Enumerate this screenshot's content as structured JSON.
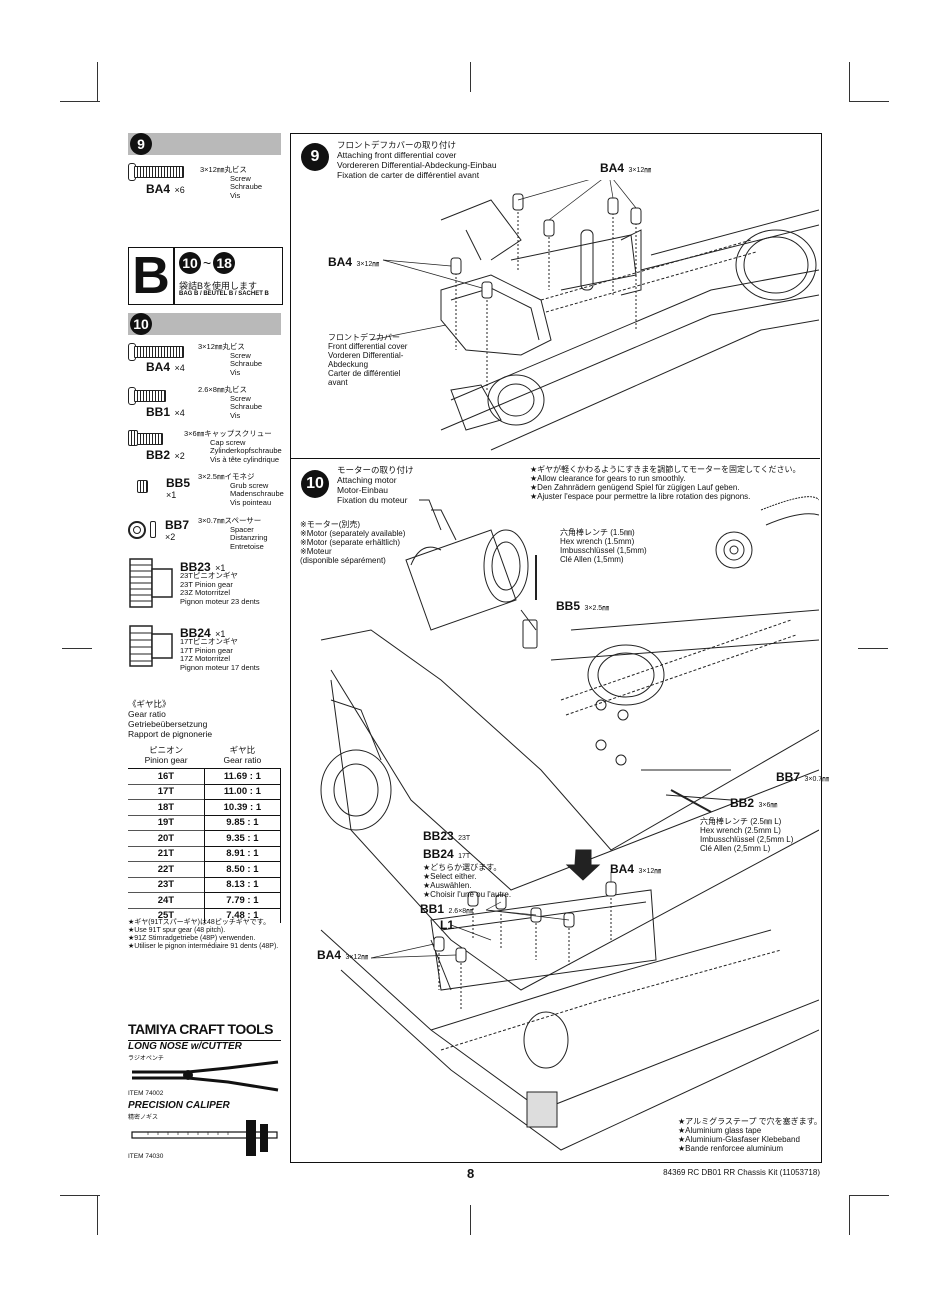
{
  "step9_sidebar": {
    "number": "9",
    "parts": [
      {
        "id": "BA4",
        "qty": "×6",
        "jp": "3×12㎜丸ビス",
        "en": "Screw",
        "de": "Schraube",
        "fr": "Vis"
      }
    ]
  },
  "bag": {
    "letter": "B",
    "range_start": "10",
    "range_sep": "~",
    "range_end": "18",
    "jp": "袋詰Bを使用します",
    "multi": "BAG B / BEUTEL B / SACHET B"
  },
  "step10_sidebar": {
    "number": "10",
    "parts": [
      {
        "id": "BA4",
        "qty": "×4",
        "jp": "3×12㎜丸ビス",
        "en": "Screw",
        "de": "Schraube",
        "fr": "Vis"
      },
      {
        "id": "BB1",
        "qty": "×4",
        "jp": "2.6×8㎜丸ビス",
        "en": "Screw",
        "de": "Schraube",
        "fr": "Vis"
      },
      {
        "id": "BB2",
        "qty": "×2",
        "jp": "3×6㎜キャップスクリュー",
        "en": "Cap screw",
        "de": "Zylinderkopfschraube",
        "fr": "Vis à tête cylindrique"
      },
      {
        "id": "BB5",
        "qty": "×1",
        "jp": "3×2.5㎜イモネジ",
        "en": "Grub screw",
        "de": "Madenschraube",
        "fr": "Vis pointeau"
      },
      {
        "id": "BB7",
        "qty": "×2",
        "jp": "3×0.7㎜スペーサー",
        "en": "Spacer",
        "de": "Distanzring",
        "fr": "Entretoise"
      },
      {
        "id": "BB23",
        "qty": "×1",
        "jp": "23Tピニオンギヤ",
        "en": "23T Pinion gear",
        "de": "23Z Motorritzel",
        "fr": "Pignon moteur 23 dents"
      },
      {
        "id": "BB24",
        "qty": "×1",
        "jp": "17Tピニオンギヤ",
        "en": "17T Pinion gear",
        "de": "17Z Motorritzel",
        "fr": "Pignon moteur 17 dents"
      }
    ]
  },
  "gear_ratio": {
    "title_jp": "《ギヤ比》",
    "title_en": "Gear ratio",
    "title_de": "Getriebeübersetzung",
    "title_fr": "Rapport de pignonerie",
    "col1_jp": "ピニオン",
    "col1_en": "Pinion gear",
    "col2_jp": "ギヤ比",
    "col2_en": "Gear ratio",
    "rows": [
      {
        "pinion": "16T",
        "ratio": "11.69 : 1"
      },
      {
        "pinion": "17T",
        "ratio": "11.00 : 1"
      },
      {
        "pinion": "18T",
        "ratio": "10.39 : 1"
      },
      {
        "pinion": "19T",
        "ratio": "9.85 : 1"
      },
      {
        "pinion": "20T",
        "ratio": "9.35 : 1"
      },
      {
        "pinion": "21T",
        "ratio": "8.91 : 1"
      },
      {
        "pinion": "22T",
        "ratio": "8.50 : 1"
      },
      {
        "pinion": "23T",
        "ratio": "8.13 : 1"
      },
      {
        "pinion": "24T",
        "ratio": "7.79 : 1"
      },
      {
        "pinion": "25T",
        "ratio": "7.48 : 1"
      }
    ],
    "notes": [
      "★ギヤ(91Tスパーギヤ)は48ピッチギヤです。",
      "★Use 91T spur gear (48 pitch).",
      "★91Z Stirnradgetriebe (48P) verwenden.",
      "★Utiliser le pignon intermédiaire 91 dents (48P)."
    ]
  },
  "tools": {
    "brand": "TAMIYA CRAFT TOOLS",
    "items": [
      {
        "name": "LONG NOSE w/CUTTER",
        "jp": "ラジオペンチ",
        "item": "ITEM 74002"
      },
      {
        "name": "PRECISION CALIPER",
        "jp": "精密ノギス",
        "item": "ITEM 74030"
      }
    ]
  },
  "step9_main": {
    "number": "9",
    "title_jp": "フロントデフカバーの取り付け",
    "title_en": "Attaching front differential cover",
    "title_de": "Vordereren Differential-Abdeckung-Einbau",
    "title_fr": "Fixation de carter de différentiel avant",
    "labels": {
      "ba4_top": "BA4",
      "ba4_top_size": "3×12㎜",
      "ba4_left": "BA4",
      "ba4_left_size": "3×12㎜"
    },
    "cover_callout": [
      "フロントデフカバー",
      "Front differential cover",
      "Vorderen Differential-",
      "Abdeckung",
      "Carter de différentiel",
      "avant"
    ]
  },
  "step10_main": {
    "number": "10",
    "title_jp": "モーターの取り付け",
    "title_en": "Attaching motor",
    "title_de": "Motor-Einbau",
    "title_fr": "Fixation du moteur",
    "notes": [
      "★ギヤが軽くかわるようにすきまを調節してモーターを固定してください。",
      "★Allow clearance for gears to run smoothly.",
      "★Den Zahnrädern genügend Spiel für zügigen Lauf geben.",
      "★Ajuster l'espace pour permettre la libre rotation des pignons."
    ],
    "motor_note": [
      "※モーター(別売)",
      "※Motor (separately available)",
      "※Motor (separate erhältlich)",
      "※Moteur",
      "(disponible séparément)"
    ],
    "hex_small": [
      "六角棒レンチ (1.5㎜)",
      "Hex wrench (1.5mm)",
      "Imbusschlüssel (1,5mm)",
      "Clé Allen (1,5mm)"
    ],
    "hex_large": [
      "六角棒レンチ (2.5㎜ L)",
      "Hex wrench (2.5mm L)",
      "Imbusschlüssel (2,5mm L)",
      "Clé Allen (2,5mm L)"
    ],
    "bb5": "BB5",
    "bb5_size": "3×2.5㎜",
    "bb7": "BB7",
    "bb7_size": "3×0.7㎜",
    "bb2": "BB2",
    "bb2_size": "3×6㎜",
    "bb23": "BB23",
    "bb23_t": "23T",
    "bb24": "BB24",
    "bb24_t": "17T",
    "select": [
      "★どちらか選びます。",
      "★Select either.",
      "★Auswählen.",
      "★Choisir l'une ou l'autre."
    ],
    "ba4_right": "BA4",
    "ba4_right_size": "3×12㎜",
    "bb1": "BB1",
    "bb1_size": "2.6×8㎜",
    "l1": "L1",
    "ba4_left": "BA4",
    "ba4_left_size": "3×12㎜",
    "tape": [
      "★アルミグラステープ で穴を塞ぎます。",
      "★Aluminium glass tape",
      "★Aluminium-Glasfaser Klebeband",
      "★Bande renforcee aluminium"
    ]
  },
  "footer": {
    "page": "8",
    "kit": "84369 RC DB01 RR Chassis Kit (11053718)"
  }
}
